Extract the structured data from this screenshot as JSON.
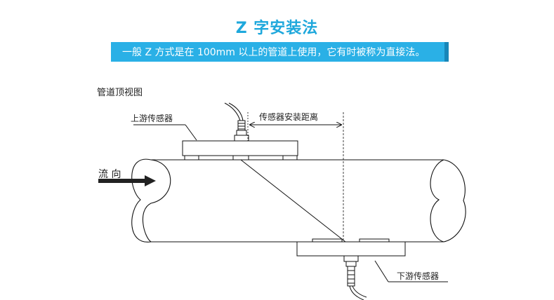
{
  "header": {
    "title": "Z 字安装法",
    "description": "一般 Z 方式是在 100mm 以上的管道上使用，它有时被称为直接法。"
  },
  "diagram": {
    "view_label": "管道顶视图",
    "upstream_label": "上游传感器",
    "distance_label": "传感器安装距离",
    "flow_label": "流  向",
    "downstream_label": "下游传感器"
  },
  "colors": {
    "title": "#1fa8dc",
    "banner": "#2ab0e6",
    "banner_accent": "#1886b8"
  }
}
